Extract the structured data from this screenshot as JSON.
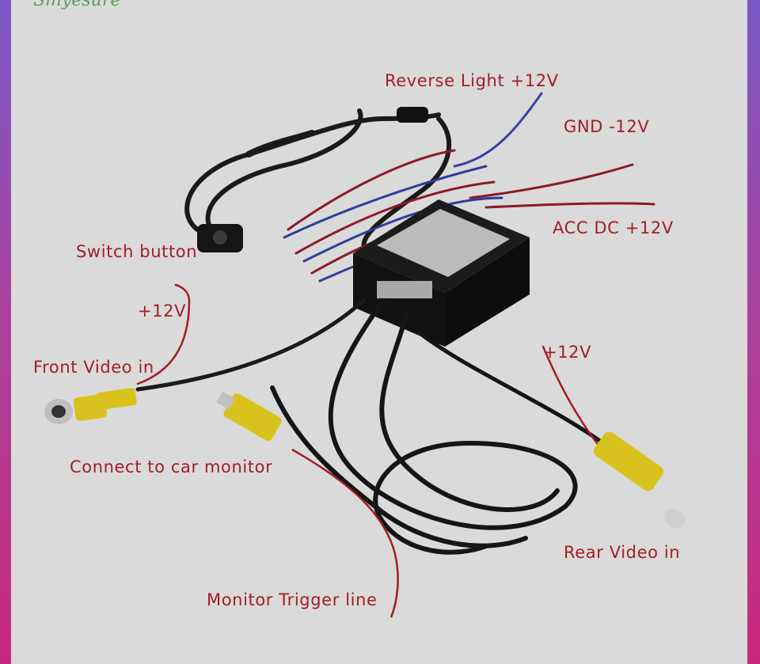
{
  "labels": {
    "reverse_light": "Reverse Light +12V",
    "gnd": "GND  -12V",
    "acc": "ACC  DC  +12V",
    "switch_button": "Switch button",
    "plus12_front": "+12V",
    "front_video": "Front Video in",
    "plus12_rear": "+12V",
    "connect_monitor": "Connect to car monitor",
    "rear_video": "Rear Video in",
    "monitor_trigger": "Monitor Trigger line"
  },
  "colors": {
    "background_top": "#7a59c6",
    "background_bottom": "#c8287c",
    "photo_bg": "#dadada",
    "label_red": "#a31d27",
    "rca_yellow": "#d9c21e"
  }
}
